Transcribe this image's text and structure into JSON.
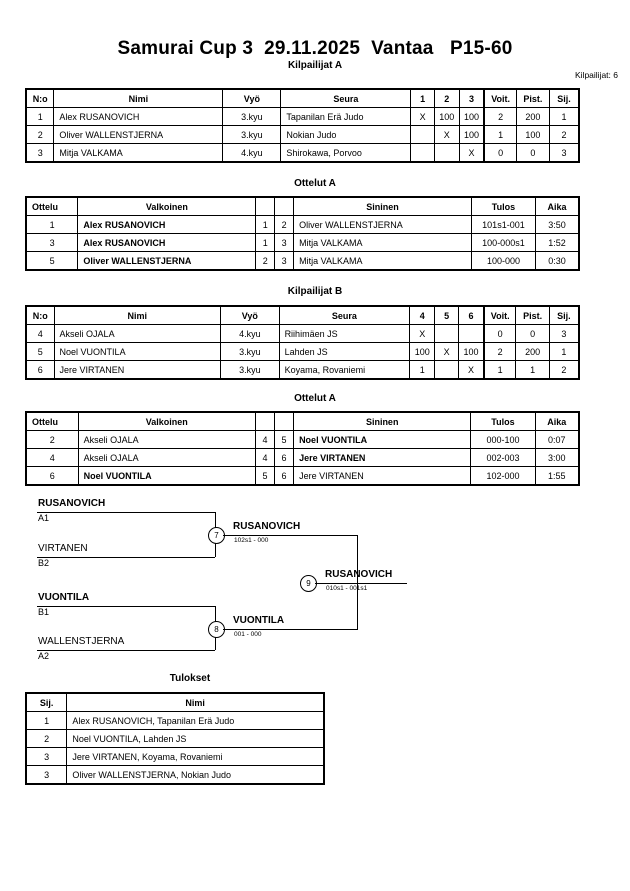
{
  "header": {
    "title": "Samurai Cup 3  29.11.2025  Vantaa   P15-60",
    "entrants_label": "Kilpailijat: 6"
  },
  "sections": {
    "pool_a_head": "Kilpailijat A",
    "matches_a_head": "Ottelut A",
    "pool_b_head": "Kilpailijat B",
    "matches_b_head": "Ottelut A",
    "results_head": "Tulokset"
  },
  "pool_columns": {
    "no": "N:o",
    "name": "Nimi",
    "belt": "Vyö",
    "club": "Seura",
    "wins": "Voit.",
    "points": "Pist.",
    "rank": "Sij."
  },
  "pool_a": {
    "match_cols": [
      "1",
      "2",
      "3"
    ],
    "rows": [
      {
        "no": "1",
        "name": "Alex RUSANOVICH",
        "belt": "3.kyu",
        "club": "Tapanilan Erä Judo",
        "cells": [
          "X",
          "100",
          "100"
        ],
        "wins": "2",
        "points": "200",
        "rank": "1"
      },
      {
        "no": "2",
        "name": "Oliver WALLENSTJERNA",
        "belt": "3.kyu",
        "club": "Nokian Judo",
        "cells": [
          "",
          "X",
          "100"
        ],
        "wins": "1",
        "points": "100",
        "rank": "2"
      },
      {
        "no": "3",
        "name": "Mitja VALKAMA",
        "belt": "4.kyu",
        "club": "Shirokawa, Porvoo",
        "cells": [
          "",
          "",
          "X"
        ],
        "wins": "0",
        "points": "0",
        "rank": "3"
      }
    ]
  },
  "pool_b": {
    "match_cols": [
      "4",
      "5",
      "6"
    ],
    "rows": [
      {
        "no": "4",
        "name": "Akseli OJALA",
        "belt": "4.kyu",
        "club": "Riihimäen JS",
        "cells": [
          "X",
          "",
          ""
        ],
        "wins": "0",
        "points": "0",
        "rank": "3"
      },
      {
        "no": "5",
        "name": "Noel VUONTILA",
        "belt": "3.kyu",
        "club": "Lahden JS",
        "cells": [
          "100",
          "X",
          "100"
        ],
        "wins": "2",
        "points": "200",
        "rank": "1"
      },
      {
        "no": "6",
        "name": "Jere VIRTANEN",
        "belt": "3.kyu",
        "club": "Koyama, Rovaniemi",
        "cells": [
          "1",
          "",
          "X"
        ],
        "wins": "1",
        "points": "1",
        "rank": "2"
      }
    ]
  },
  "match_columns": {
    "no": "Ottelu",
    "white": "Valkoinen",
    "blue": "Sininen",
    "result": "Tulos",
    "time": "Aika"
  },
  "matches_a": {
    "rows": [
      {
        "no": "1",
        "white": "Alex RUSANOVICH",
        "white_bold": true,
        "n1": "1",
        "n2": "2",
        "blue": "Oliver WALLENSTJERNA",
        "blue_bold": false,
        "result": "101s1-001",
        "time": "3:50"
      },
      {
        "no": "3",
        "white": "Alex RUSANOVICH",
        "white_bold": true,
        "n1": "1",
        "n2": "3",
        "blue": "Mitja VALKAMA",
        "blue_bold": false,
        "result": "100-000s1",
        "time": "1:52"
      },
      {
        "no": "5",
        "white": "Oliver WALLENSTJERNA",
        "white_bold": true,
        "n1": "2",
        "n2": "3",
        "blue": "Mitja VALKAMA",
        "blue_bold": false,
        "result": "100-000",
        "time": "0:30"
      }
    ]
  },
  "matches_b": {
    "rows": [
      {
        "no": "2",
        "white": "Akseli OJALA",
        "white_bold": false,
        "n1": "4",
        "n2": "5",
        "blue": "Noel VUONTILA",
        "blue_bold": true,
        "result": "000-100",
        "time": "0:07"
      },
      {
        "no": "4",
        "white": "Akseli OJALA",
        "white_bold": false,
        "n1": "4",
        "n2": "6",
        "blue": "Jere VIRTANEN",
        "blue_bold": true,
        "result": "002-003",
        "time": "3:00"
      },
      {
        "no": "6",
        "white": "Noel VUONTILA",
        "white_bold": true,
        "n1": "5",
        "n2": "6",
        "blue": "Jere VIRTANEN",
        "blue_bold": false,
        "result": "102-000",
        "time": "1:55"
      }
    ]
  },
  "bracket": {
    "entries": [
      {
        "name": "RUSANOVICH",
        "seed": "A1",
        "bold": true
      },
      {
        "name": "VIRTANEN",
        "seed": "B2",
        "bold": false
      },
      {
        "name": "VUONTILA",
        "seed": "B1",
        "bold": true
      },
      {
        "name": "WALLENSTJERNA",
        "seed": "A2",
        "bold": false
      }
    ],
    "nodes": [
      {
        "number": "7",
        "winner": "RUSANOVICH",
        "score": "102s1 - 000"
      },
      {
        "number": "8",
        "winner": "VUONTILA",
        "score": "001 - 000"
      },
      {
        "number": "9",
        "winner": "RUSANOVICH",
        "score": "010s1 - 001s1"
      }
    ]
  },
  "results_columns": {
    "rank": "Sij.",
    "name": "Nimi"
  },
  "results": {
    "rows": [
      {
        "rank": "1",
        "name": "Alex RUSANOVICH, Tapanilan Erä Judo"
      },
      {
        "rank": "2",
        "name": "Noel VUONTILA, Lahden JS"
      },
      {
        "rank": "3",
        "name": "Jere VIRTANEN, Koyama, Rovaniemi"
      },
      {
        "rank": "3",
        "name": "Oliver WALLENSTJERNA, Nokian Judo"
      }
    ]
  }
}
